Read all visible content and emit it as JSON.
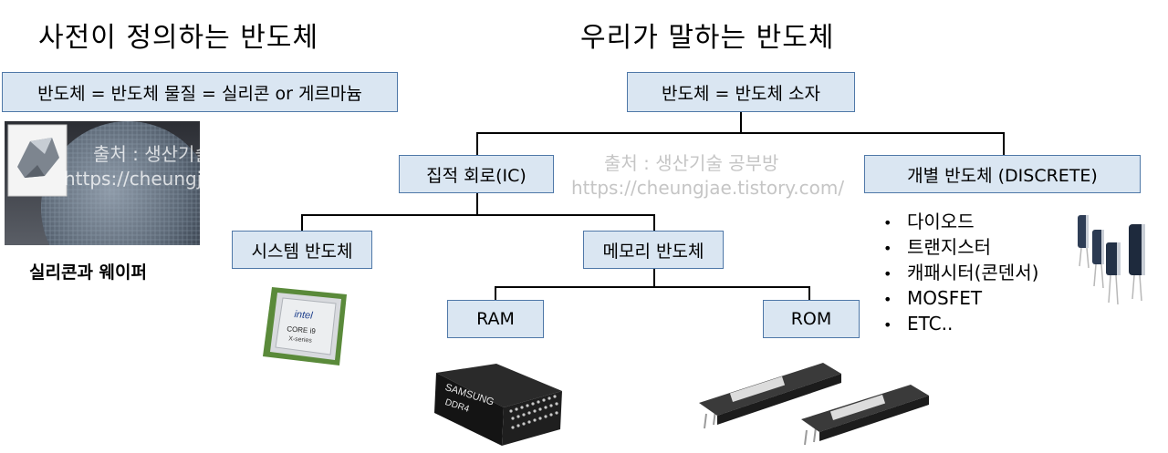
{
  "left": {
    "title": "사전이 정의하는 반도체",
    "definition": "반도체 = 반도체 물질 = 실리콘 or 게르마늄",
    "caption": "실리콘과 웨이퍼"
  },
  "right": {
    "title": "우리가 말하는 반도체",
    "root": "반도체 = 반도체 소자",
    "ic": "집적 회로(IC)",
    "discrete": "개별 반도체 (DISCRETE)",
    "system": "시스템 반도체",
    "memory": "메모리 반도체",
    "ram": "RAM",
    "rom": "ROM",
    "discrete_items": [
      "다이오드",
      "트랜지스터",
      "캐패시터(콘덴서)",
      "MOSFET",
      "ETC.."
    ]
  },
  "watermark": {
    "line1": "출처 : 생산기술 공부방",
    "line2": "https://cheungjae.tistory.com/"
  },
  "images": {
    "cpu_brand": "intel",
    "cpu_model": "CORE i9",
    "cpu_series": "X-series",
    "ram_brand": "SAMSUNG",
    "ram_model": "DDR4"
  }
}
